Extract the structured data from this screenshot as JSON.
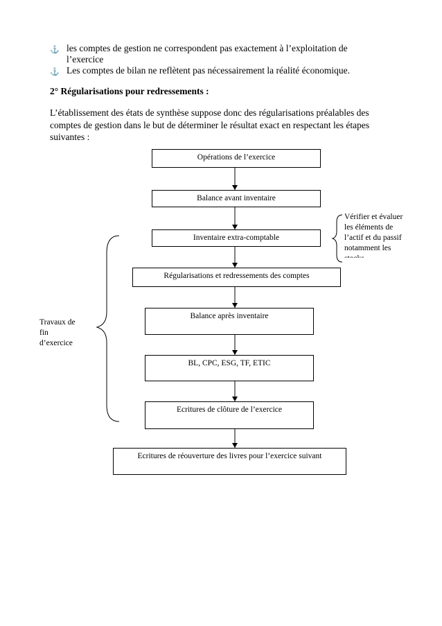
{
  "bullets": [
    {
      "glyph": "⚓",
      "lines": [
        "les comptes de gestion ne correspondent pas exactement à l’exploitation de",
        "l’exercice"
      ]
    },
    {
      "glyph": "⚓",
      "lines": [
        "Les comptes de bilan ne reflètent pas nécessairement la réalité économique."
      ]
    }
  ],
  "section": {
    "heading": "2° Régularisations pour redressements :",
    "paragraph": "L’établissement des états de synthèse suppose donc des régularisations préalables des comptes de gestion dans le but de déterminer le résultat exact en respectant les étapes suivantes :"
  },
  "flow": {
    "steps": [
      "Opérations de l’exercice",
      "Balance avant inventaire",
      "Inventaire extra-comptable",
      "Régularisations et redressements des comptes",
      "Balance après inventaire",
      "BL, CPC, ESG, TF, ETIC",
      "Ecritures de clôture de l’exercice",
      "Ecritures de réouverture des livres pour l’exercice suivant"
    ],
    "right_note": [
      "Vérifier et évaluer",
      "les éléments de",
      "l’actif et du passif",
      "notamment les",
      "stocks"
    ],
    "left_note": [
      "Travaux de",
      "fin",
      "d’exercice"
    ]
  }
}
